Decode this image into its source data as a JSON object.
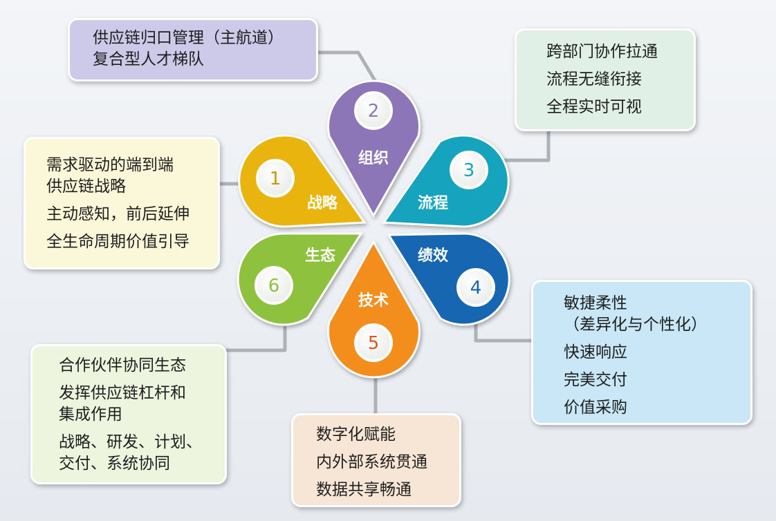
{
  "petals": [
    {
      "number": "1",
      "label": "战略",
      "color": "#e8b40d",
      "num_color": "#c99a00"
    },
    {
      "number": "2",
      "label": "组织",
      "color": "#8d76b8",
      "num_color": "#8d76b8"
    },
    {
      "number": "3",
      "label": "流程",
      "color": "#13a3bd",
      "num_color": "#13a3bd"
    },
    {
      "number": "4",
      "label": "绩效",
      "color": "#1366b2",
      "num_color": "#1366b2"
    },
    {
      "number": "5",
      "label": "技术",
      "color": "#f38d1a",
      "num_color": "#e2551e"
    },
    {
      "number": "6",
      "label": "生态",
      "color": "#8ec13d",
      "num_color": "#8ec13d"
    }
  ],
  "cards": {
    "strategy": {
      "bg": "#fbf8da",
      "lines": [
        "需求驱动的端到端",
        "供应链战略",
        "主动感知，前后延伸",
        "全生命周期价值引导"
      ]
    },
    "organization": {
      "bg": "#ccc9e9",
      "lines": [
        "供应链归口管理（主航道）",
        "复合型人才梯队"
      ]
    },
    "process": {
      "bg": "#e1f0e6",
      "lines": [
        "跨部门协作拉通",
        "流程无缝衔接",
        "全程实时可视"
      ]
    },
    "performance": {
      "bg": "#c9e7f7",
      "lines": [
        "敏捷柔性",
        "（差异化与个性化）",
        "快速响应",
        "完美交付",
        "价值采购"
      ]
    },
    "technology": {
      "bg": "#f7e6d5",
      "lines": [
        "数字化赋能",
        "内外部系统贯通",
        "数据共享畅通"
      ]
    },
    "ecosystem": {
      "bg": "#edf5de",
      "lines": [
        "合作伙伴协同生态",
        "发挥供应链杠杆和",
        "集成作用",
        "战略、研发、计划、",
        "交付、系统协同"
      ]
    }
  }
}
